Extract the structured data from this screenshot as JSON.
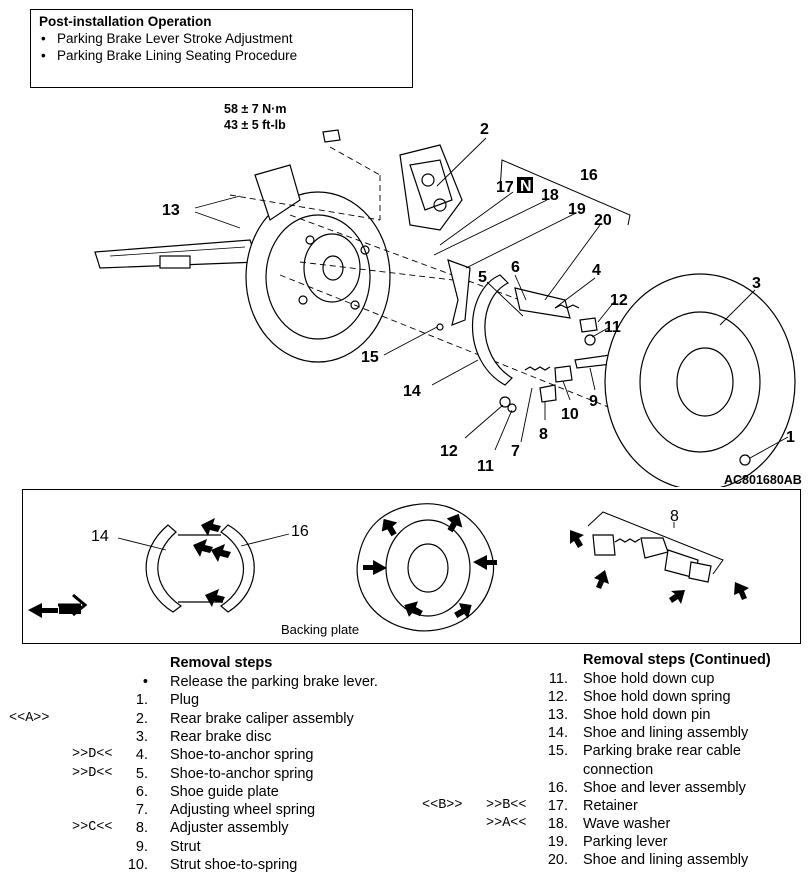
{
  "post_installation": {
    "title": "Post-installation Operation",
    "items": [
      "Parking Brake Lever Stroke Adjustment",
      "Parking Brake Lining Seating Procedure"
    ]
  },
  "diagram": {
    "torque_nm": "58 ± 7 N·m",
    "torque_ftlb": "43 ± 5 ft-lb",
    "figure_code": "AC801680AB",
    "callouts": [
      "1",
      "2",
      "3",
      "4",
      "5",
      "6",
      "7",
      "8",
      "9",
      "10",
      "11",
      "12",
      "13",
      "14",
      "15",
      "16",
      "17",
      "18",
      "19",
      "20",
      "11",
      "12"
    ],
    "n_symbol": "N"
  },
  "inset": {
    "callouts": [
      "14",
      "16",
      "8"
    ],
    "backing_plate_label": "Backing plate"
  },
  "removal_steps": {
    "title": "Removal steps",
    "steps": [
      {
        "mark": "",
        "num": "•",
        "text": "Release the parking brake lever."
      },
      {
        "mark": "",
        "num": "1.",
        "text": "Plug"
      },
      {
        "mark": "<<A>>",
        "num": "2.",
        "text": "Rear brake caliper assembly"
      },
      {
        "mark": "",
        "num": "3.",
        "text": "Rear brake disc"
      },
      {
        "mark": ">>D<<",
        "num": "4.",
        "text": "Shoe-to-anchor spring"
      },
      {
        "mark": ">>D<<",
        "num": "5.",
        "text": "Shoe-to-anchor spring"
      },
      {
        "mark": "",
        "num": "6.",
        "text": "Shoe guide plate"
      },
      {
        "mark": "",
        "num": "7.",
        "text": "Adjusting wheel spring"
      },
      {
        "mark": ">>C<<",
        "num": "8.",
        "text": "Adjuster assembly"
      },
      {
        "mark": "",
        "num": "9.",
        "text": "Strut"
      },
      {
        "mark": "",
        "num": "10.",
        "text": "Strut shoe-to-spring"
      }
    ]
  },
  "removal_steps_continued": {
    "title": "Removal steps (Continued)",
    "steps": [
      {
        "mark1": "",
        "mark2": "",
        "num": "11.",
        "text": "Shoe hold down cup"
      },
      {
        "mark1": "",
        "mark2": "",
        "num": "12.",
        "text": "Shoe hold down spring"
      },
      {
        "mark1": "",
        "mark2": "",
        "num": "13.",
        "text": "Shoe hold down pin"
      },
      {
        "mark1": "",
        "mark2": "",
        "num": "14.",
        "text": "Shoe and lining assembly"
      },
      {
        "mark1": "",
        "mark2": "",
        "num": "15.",
        "text": "Parking brake rear cable"
      },
      {
        "mark1": "",
        "mark2": "",
        "num": "",
        "text": "connection"
      },
      {
        "mark1": "",
        "mark2": "",
        "num": "16.",
        "text": "Shoe and lever assembly"
      },
      {
        "mark1": "<<B>>",
        "mark2": ">>B<<",
        "num": "17.",
        "text": "Retainer"
      },
      {
        "mark1": "",
        "mark2": ">>A<<",
        "num": "18.",
        "text": "Wave washer"
      },
      {
        "mark1": "",
        "mark2": "",
        "num": "19.",
        "text": "Parking lever"
      },
      {
        "mark1": "",
        "mark2": "",
        "num": "20.",
        "text": "Shoe and lining assembly"
      }
    ]
  }
}
